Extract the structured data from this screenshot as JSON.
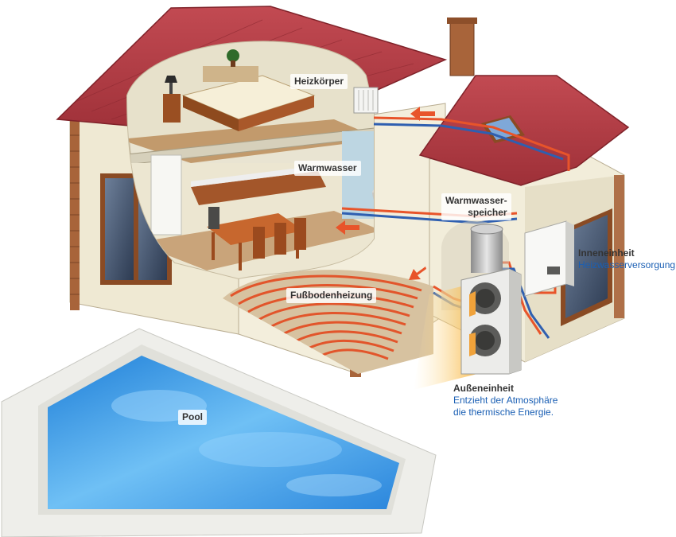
{
  "colors": {
    "roof": "#b8404a",
    "wall": "#f1ecd9",
    "brick": "#a0603a",
    "floor": "#c9a47a",
    "pipe_hot": "#e8542a",
    "pipe_cold": "#2f5fb0",
    "pool_water": "#3c9ee8",
    "pool_edge": "#eeeeea",
    "caption_blue": "#1a5fb4"
  },
  "labels": {
    "radiator": "Heizkörper",
    "hot_water": "Warmwasser",
    "storage_line1": "Warmwasser-",
    "storage_line2": "speicher",
    "indoor_title": "Inneneinheit",
    "indoor_sub": "Heizwasserversorgung",
    "floor_heating": "Fußbodenheizung",
    "outdoor_title": "Außeneinheit",
    "outdoor_sub1": "Entzieht der Atmosphäre",
    "outdoor_sub2": "die thermische Energie.",
    "pool": "Pool"
  },
  "icons": [
    "flow-arrow-icon",
    "radiator-icon",
    "plant-icon",
    "lamp-icon"
  ]
}
